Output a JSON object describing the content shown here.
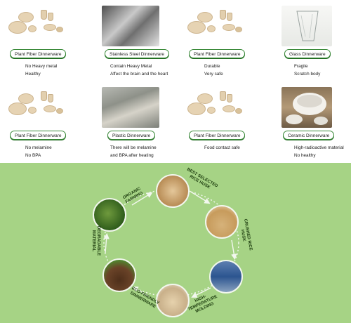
{
  "comparison": [
    {
      "title": "Plant Fiber Dinnerware",
      "lines": [
        "No Heavy metal",
        "Healthy"
      ]
    },
    {
      "title": "Stainless Steel Dinnerware",
      "lines": [
        "Contain Heavy Metal",
        "Affect the brain and the heart"
      ]
    },
    {
      "title": "Plant Fiber Dinnerware",
      "lines": [
        "Durable",
        "Very safe"
      ]
    },
    {
      "title": "Glass Dinnerware",
      "lines": [
        "Fragile",
        "Scratch body"
      ]
    },
    {
      "title": "Plant Fiber Dinnerware",
      "lines": [
        "No melamine",
        "No BPA"
      ]
    },
    {
      "title": "Plastic Dinnerware",
      "lines": [
        "There will be melamine",
        "and BPA after heating"
      ]
    },
    {
      "title": "Plant Fiber Dinnerware",
      "lines": [
        "Food contact safe"
      ]
    },
    {
      "title": "Ceramic Dinnerware",
      "lines": [
        "High-radioactive material",
        "No healthy"
      ]
    }
  ],
  "cycle": {
    "steps": [
      "ORGANIC FARMING",
      "BEST SELECTED RICE HUSK",
      "CRUSHED RICE HUSK",
      "HIGH-TEMPERATURE MOLDING",
      "ECO-FRIENDLY DINNERWARE",
      "DEGRADABLE MATERIAL"
    ]
  },
  "colors": {
    "top_bg": "#ffffff",
    "bottom_bg": "#a6d385",
    "label_border": "#3b8a3a"
  }
}
